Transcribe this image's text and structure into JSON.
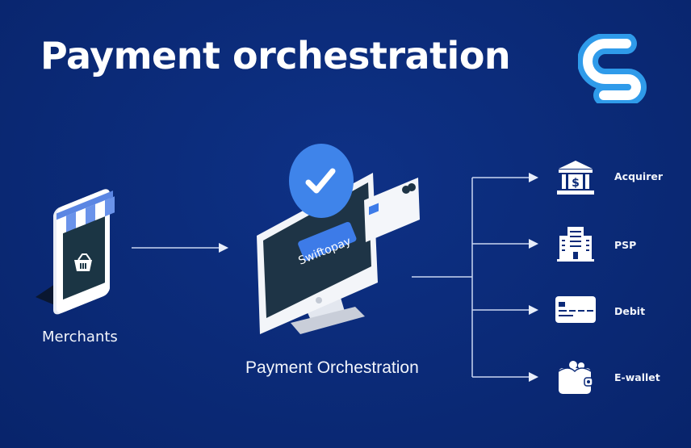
{
  "title": "Payment orchestration",
  "logo": {
    "icon": "swiftopay-s-logo-icon",
    "color_outer": "#2f9bea",
    "color_inner": "#ffffff"
  },
  "merchants": {
    "label": "Merchants",
    "icon": "storefront-phone-icon"
  },
  "orchestrator": {
    "label": "Payment Orchestration",
    "brand": "Swiftopay",
    "icons": [
      "monitor-icon",
      "checkmark-badge-icon",
      "credit-card-icon"
    ]
  },
  "destinations": [
    {
      "label": "Acquirer",
      "icon": "bank-icon"
    },
    {
      "label": "PSP",
      "icon": "building-icon"
    },
    {
      "label": "Debit",
      "icon": "debit-card-icon"
    },
    {
      "label": "E-wallet",
      "icon": "wallet-icon"
    }
  ],
  "colors": {
    "background": "#0b2a78",
    "accent_blue": "#3d7be8",
    "line": "#c9d6f2",
    "text": "#ffffff"
  }
}
